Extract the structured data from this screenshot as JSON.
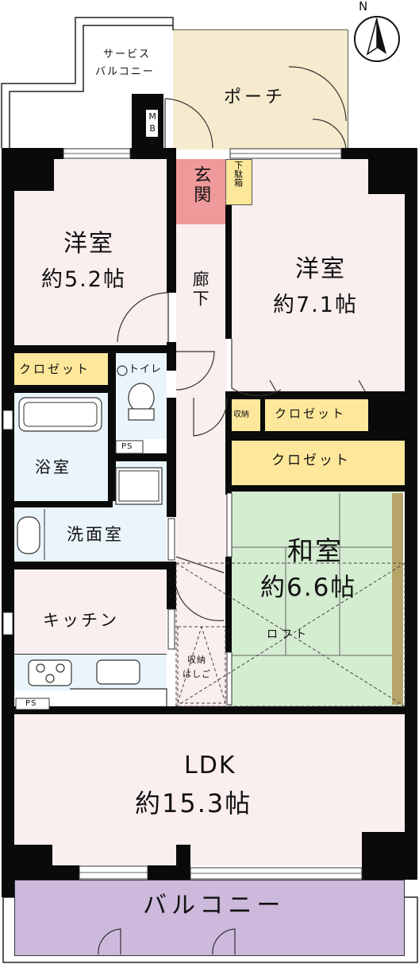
{
  "compass": {
    "north": "N"
  },
  "service_balcony": {
    "line1": "サービス",
    "line2": "バルコニー"
  },
  "mb": "MB",
  "porch": "ポーチ",
  "entrance": "玄関",
  "shoe_box": "下駄箱",
  "western_room_1": {
    "name": "洋室",
    "size": "約5.2帖"
  },
  "western_room_2": {
    "name": "洋室",
    "size": "約7.1帖"
  },
  "hallway": "廊下",
  "closet": "クロゼット",
  "toilet": "トイレ",
  "storage": "収納",
  "ps": "PS",
  "bathroom": "浴室",
  "washroom": "洗面室",
  "japanese_room": {
    "name": "和室",
    "size": "約6.6帖"
  },
  "loft": "ロフト",
  "ladder": {
    "line1": "収納",
    "line2": "はしご"
  },
  "kitchen": "キッチン",
  "ldk": {
    "name": "LDK",
    "size": "約15.3帖"
  },
  "balcony": "バルコニー",
  "colors": {
    "bedroom": "#fbeeee",
    "porch": "#f6ebce",
    "entrance": "#f0999a",
    "storage": "#fde79a",
    "wet": "#eaf5fb",
    "japanese": "#d4ecd0",
    "balcony": "#cdb9dc",
    "tatami_edge": "#b7a468"
  }
}
